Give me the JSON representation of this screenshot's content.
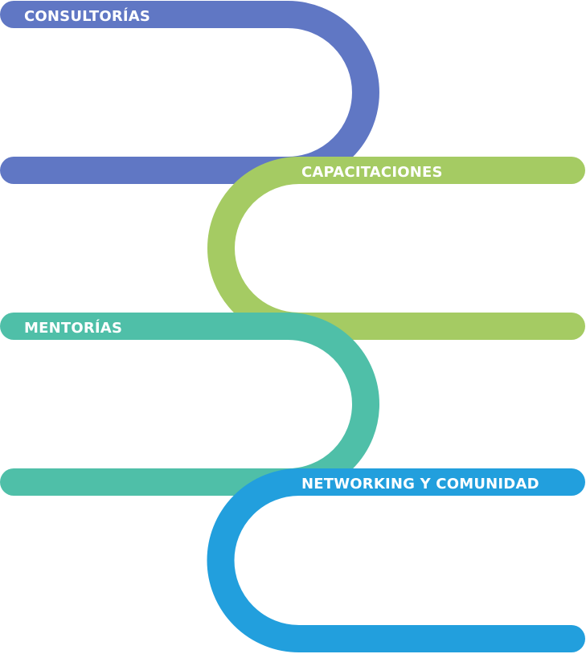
{
  "steps": [
    {
      "label": "CONSULTORÍAS",
      "color": "#6077C4"
    },
    {
      "label": "CAPACITACIONES",
      "color": "#A5CB63"
    },
    {
      "label": "MENTORÍAS",
      "color": "#4FBFA8"
    },
    {
      "label": "NETWORKING Y COMUNIDAD",
      "color": "#229FDD"
    }
  ]
}
